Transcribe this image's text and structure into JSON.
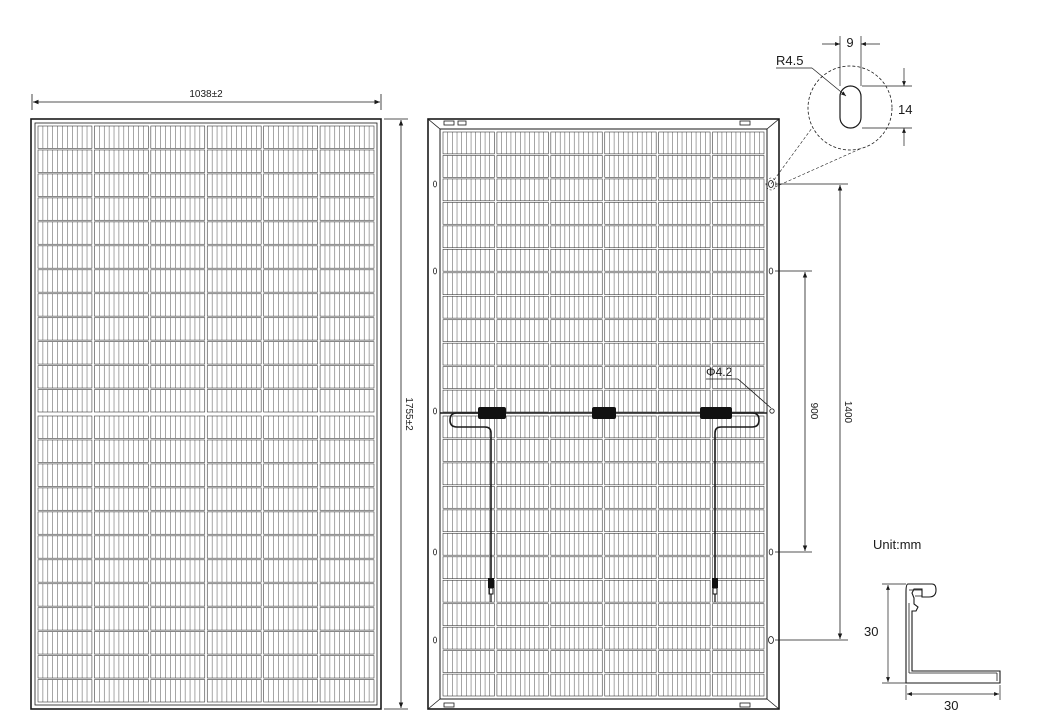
{
  "front_view": {
    "width_dim": "1038±2",
    "height_dim": "1755±2"
  },
  "back_view": {
    "hole_dia": "Φ4.2",
    "mount_spacing_inner": "900",
    "mount_spacing_outer": "1400"
  },
  "slot_detail": {
    "radius": "R4.5",
    "slot_width": "9",
    "slot_height": "14"
  },
  "frame_profile": {
    "unit": "Unit:mm",
    "height": "30",
    "width": "30"
  },
  "colors": {
    "line": "#1a1a1a",
    "cell_line": "#3a3a3a",
    "connector": "#111111"
  }
}
